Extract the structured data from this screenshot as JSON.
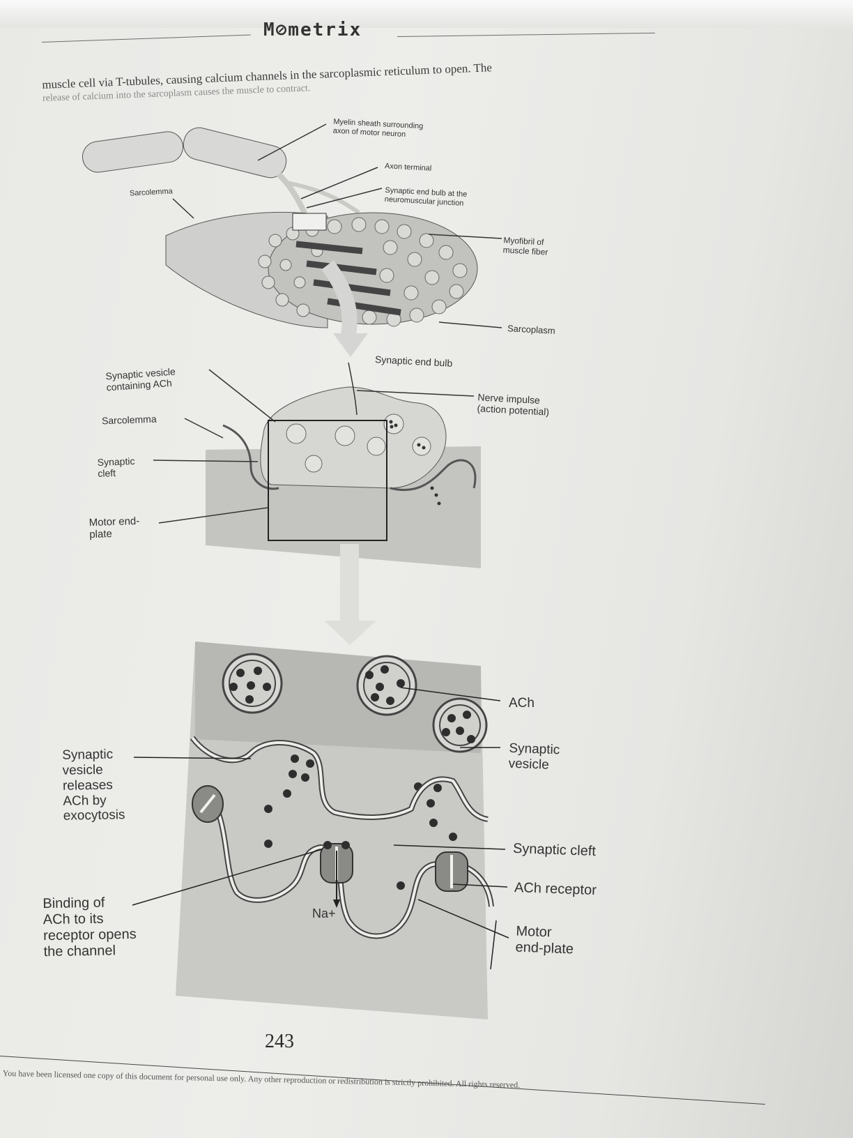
{
  "header": {
    "brand": "M⊘metrix"
  },
  "intro": {
    "line1": "muscle cell via T-tubules, causing calcium channels in the sarcoplasmic reticulum to open. The",
    "line2": "release of calcium into the sarcoplasm causes the muscle to contract."
  },
  "figure": {
    "top": {
      "myelin": "Myelin sheath surrounding\naxon of motor neuron",
      "axon_terminal": "Axon terminal",
      "synaptic_end_bulb_nmj": "Synaptic end bulb at the\nneuromuscular junction",
      "sarcolemma": "Sarcolemma",
      "myofibril": "Myofibril of\nmuscle fiber",
      "sarcoplasm": "Sarcoplasm"
    },
    "middle": {
      "synaptic_end_bulb": "Synaptic end bulb",
      "synaptic_vesicle_ach": "Synaptic vesicle\ncontaining ACh",
      "nerve_impulse": "Nerve impulse\n(action potential)",
      "sarcolemma": "Sarcolemma",
      "synaptic_cleft": "Synaptic\ncleft",
      "motor_end_plate": "Motor end-\nplate"
    },
    "bottom": {
      "ach": "ACh",
      "synaptic_vesicle": "Synaptic\nvesicle",
      "releases": "Synaptic\nvesicle\nreleases\nACh by\nexocytosis",
      "synaptic_cleft": "Synaptic cleft",
      "ach_receptor": "ACh receptor",
      "binding": "Binding of\nACh to its\nreceptor opens\nthe channel",
      "na": "Na+",
      "motor_end_plate": "Motor\nend-plate"
    }
  },
  "page_number": "243",
  "footer": "You have been licensed one copy of this document for personal use only. Any other reproduction or redistribution is strictly prohibited. All rights reserved."
}
